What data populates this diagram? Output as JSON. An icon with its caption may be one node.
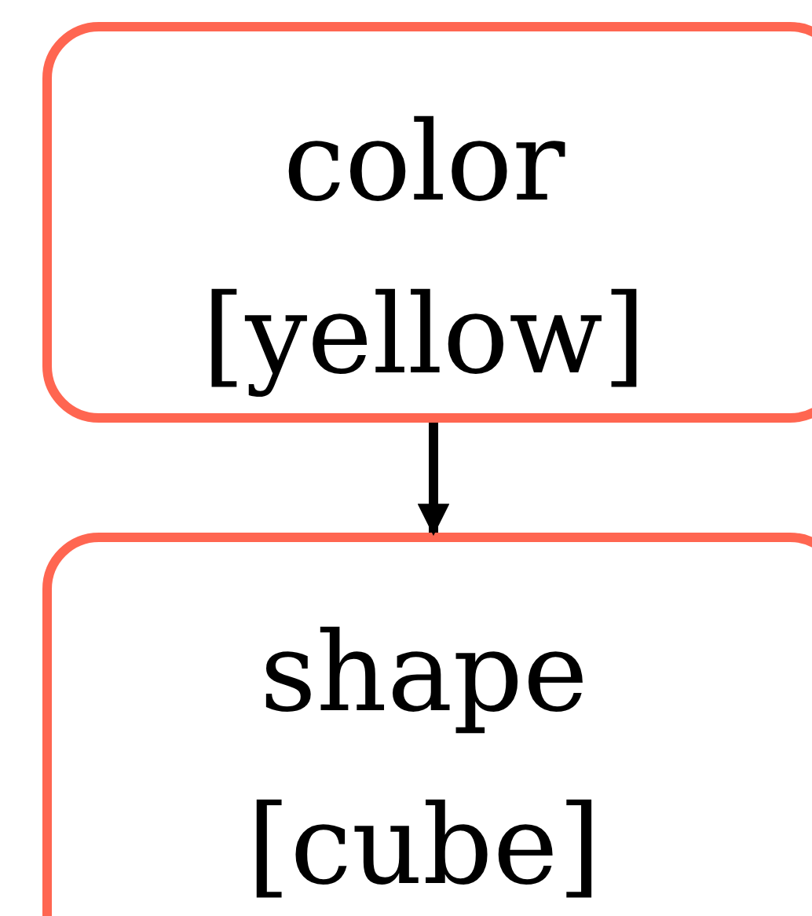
{
  "diagram": {
    "nodes": [
      {
        "text": [
          "color [yellow]"
        ]
      },
      {
        "text": [
          "shape [cube]"
        ]
      }
    ],
    "edges": [
      {
        "from": 0,
        "to": 1,
        "arrow": "to"
      }
    ]
  }
}
